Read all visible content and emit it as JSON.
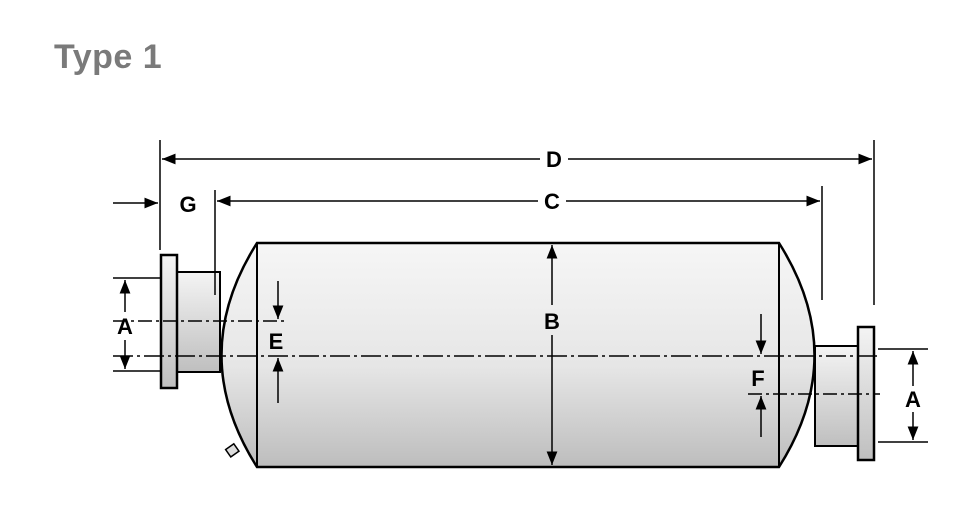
{
  "title": "Type 1",
  "dimension_labels": {
    "a_left": "A",
    "a_right": "A",
    "b": "B",
    "c": "C",
    "d": "D",
    "e": "E",
    "f": "F",
    "g": "G"
  }
}
